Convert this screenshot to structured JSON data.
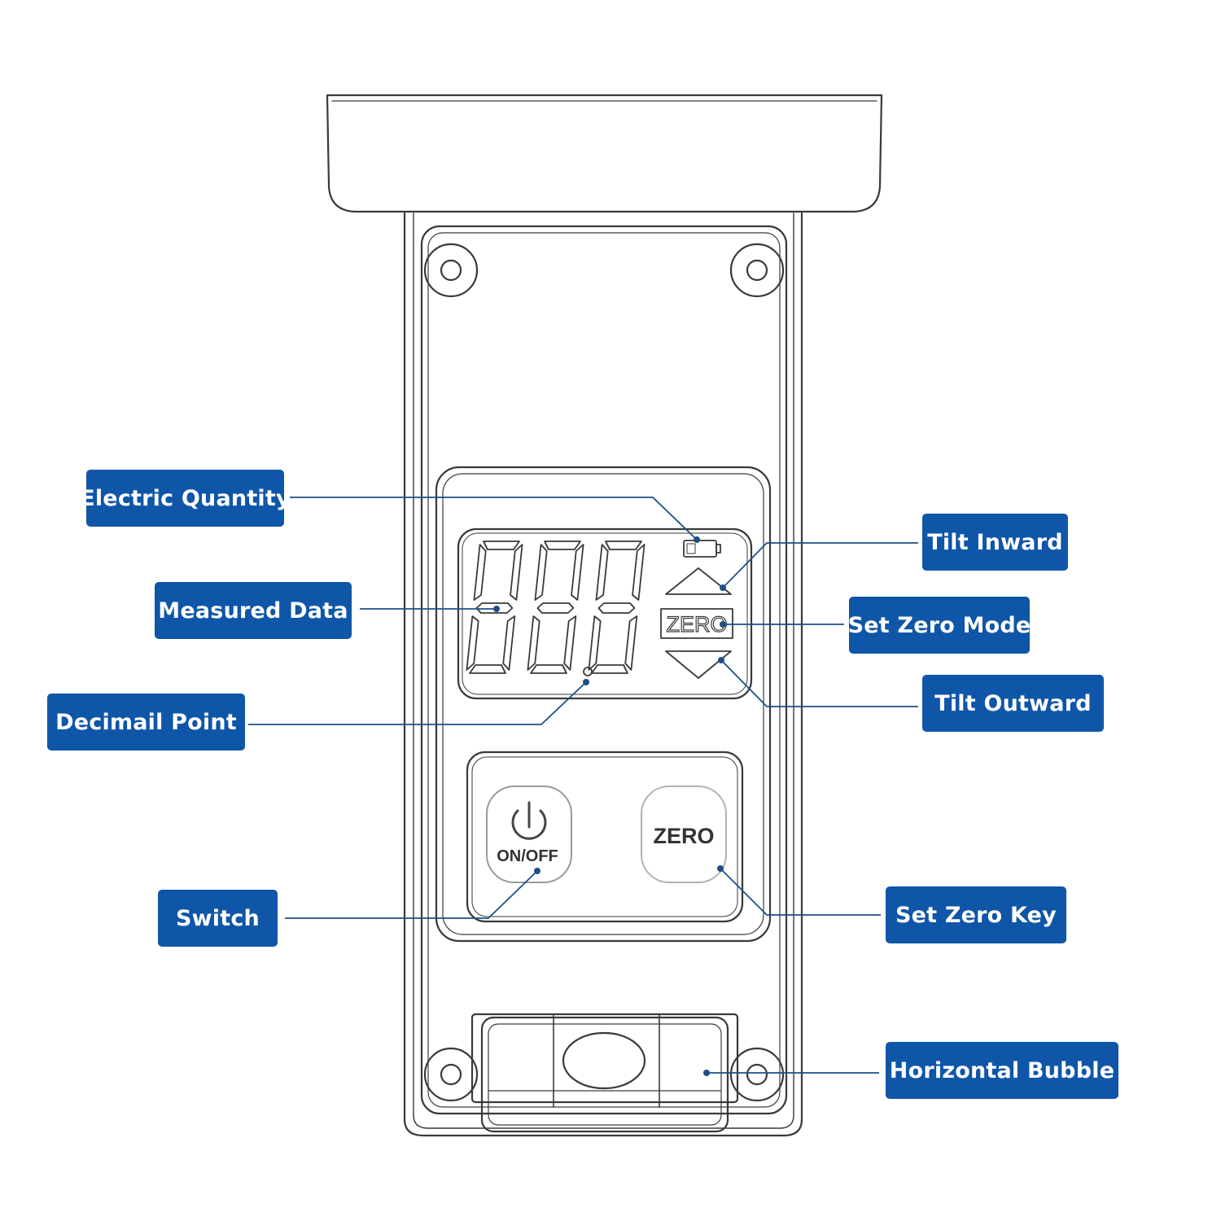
{
  "labels": {
    "electric_quantity": "Electric Quantity",
    "measured_data": "Measured Data",
    "decimal_point": "Decimail Point",
    "switch": "Switch",
    "tilt_inward": "Tilt Inward",
    "set_zero_mode": "Set Zero Mode",
    "tilt_outward": "Tilt Outward",
    "set_zero_key": "Set Zero Key",
    "horizontal_bubble": "Horizontal Bubble"
  },
  "device": {
    "lcd_zero_indicator": "ZERO",
    "power_button_label": "ON/OFF",
    "zero_button_label": "ZERO"
  },
  "colors": {
    "callout_fill": "#0f56a8",
    "callout_text": "#ffffff",
    "leader_line": "#1d4f86",
    "outline": "#3a3a3a"
  },
  "icons": {
    "battery": "battery-icon",
    "power": "power-icon",
    "tilt_up": "triangle-up-icon",
    "tilt_down": "triangle-down-icon",
    "bubble": "bubble-vial-icon",
    "screws": "screw-icon"
  }
}
